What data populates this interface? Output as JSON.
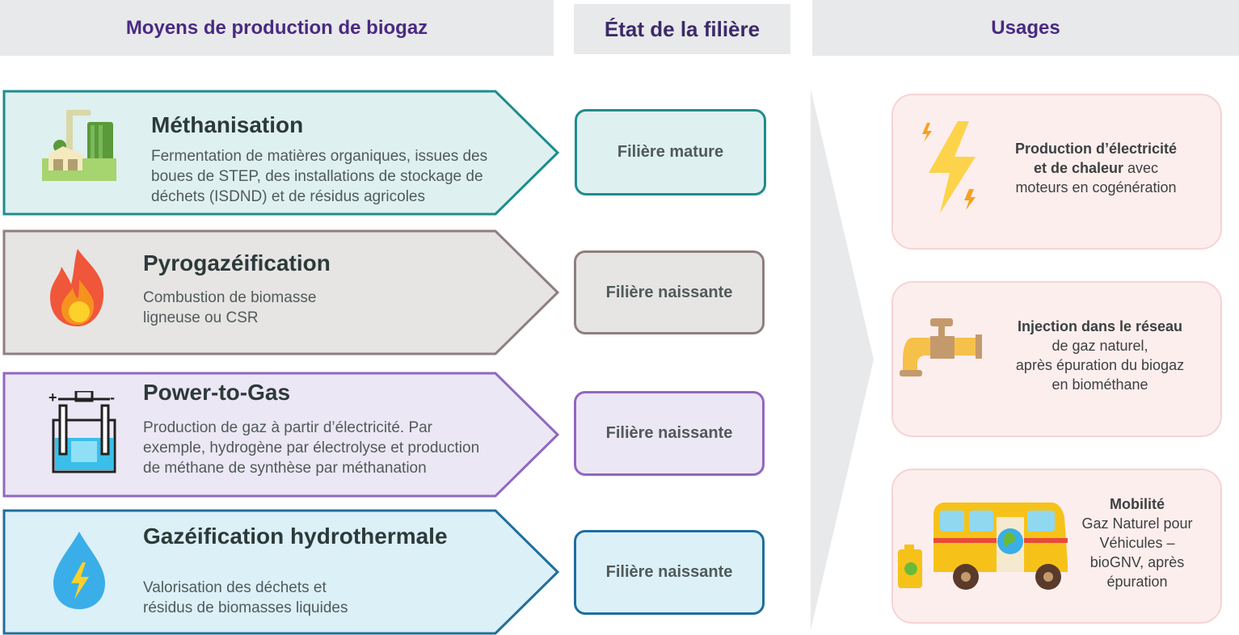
{
  "headers": {
    "production": "Moyens de production de biogaz",
    "state": "État de la filière",
    "uses": "Usages"
  },
  "rows": [
    {
      "title": "Méthanisation",
      "desc_lines": [
        "Fermentation de matières organiques, issues des",
        "boues de STEP, des installations de stockage de",
        "déchets (ISDND) et de résidus agricoles"
      ],
      "status": "Filière mature",
      "icon": "biogas-plant-icon",
      "fill": "#dff0f0",
      "stroke": "#1f8c8c"
    },
    {
      "title": "Pyrogazéification",
      "desc_lines": [
        "Combustion de biomasse",
        "ligneuse ou CSR"
      ],
      "status": "Filière naissante",
      "icon": "flame-icon",
      "fill": "#e6e5e4",
      "stroke": "#8f7f7f"
    },
    {
      "title": "Power-to-Gas",
      "desc_lines": [
        "Production de gaz à partir d’électricité. Par",
        "exemple, hydrogène par électrolyse et production",
        "de méthane de synthèse par méthanation"
      ],
      "status": "Filière naissante",
      "icon": "electrolysis-icon",
      "fill": "#ece7f4",
      "stroke": "#9167c0"
    },
    {
      "title": "Gazéification hydrothermale",
      "desc_lines": [
        "Valorisation des déchets et",
        "résidus de biomasses liquides"
      ],
      "status": "Filière naissante",
      "icon": "water-energy-icon",
      "fill": "#dcf0f8",
      "stroke": "#1f6e9e"
    }
  ],
  "uses": [
    {
      "bold": "Production d’électricité et de chaleur",
      "lines": [
        "Production d’électricité",
        "et de chaleur avec",
        "moteurs en cogénération"
      ],
      "icon": "lightning-icon"
    },
    {
      "bold": "Injection dans le réseau",
      "lines": [
        "Injection dans le réseau",
        "de gaz naturel,",
        "après épuration du biogaz",
        "en biométhane"
      ],
      "icon": "gas-tap-icon"
    },
    {
      "bold": "Mobilité",
      "lines": [
        "Mobilité",
        "Gaz Naturel pour",
        "Véhicules –",
        "bioGNV, après",
        "épuration"
      ],
      "icon": "bus-icon"
    }
  ]
}
